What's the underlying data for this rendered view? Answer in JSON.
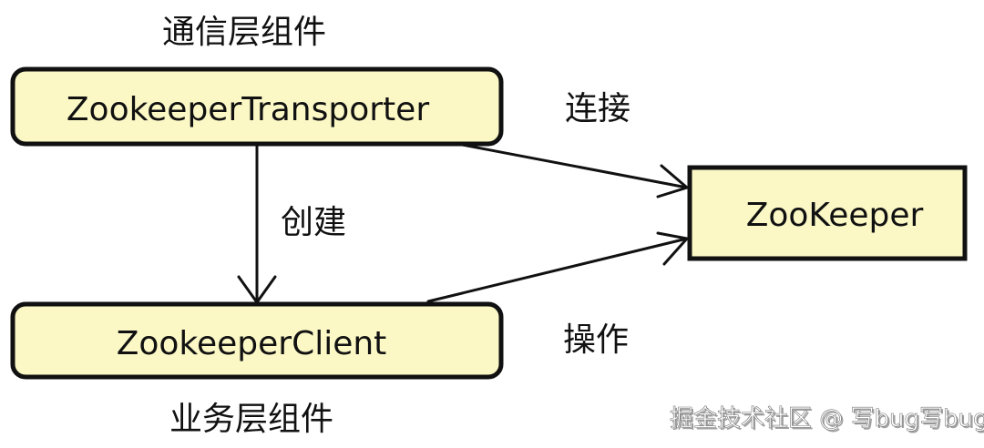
{
  "labels": {
    "top_layer": "通信层组件",
    "bottom_layer": "业务层组件",
    "connect": "连接",
    "create": "创建",
    "operate": "操作"
  },
  "nodes": {
    "transporter": "ZookeeperTransporter",
    "client": "ZookeeperClient",
    "zookeeper": "ZooKeeper"
  },
  "watermark": "掘金技术社区 @ 写bug写bug",
  "colors": {
    "node_fill": "#fbf8c6",
    "stroke": "#111111"
  }
}
